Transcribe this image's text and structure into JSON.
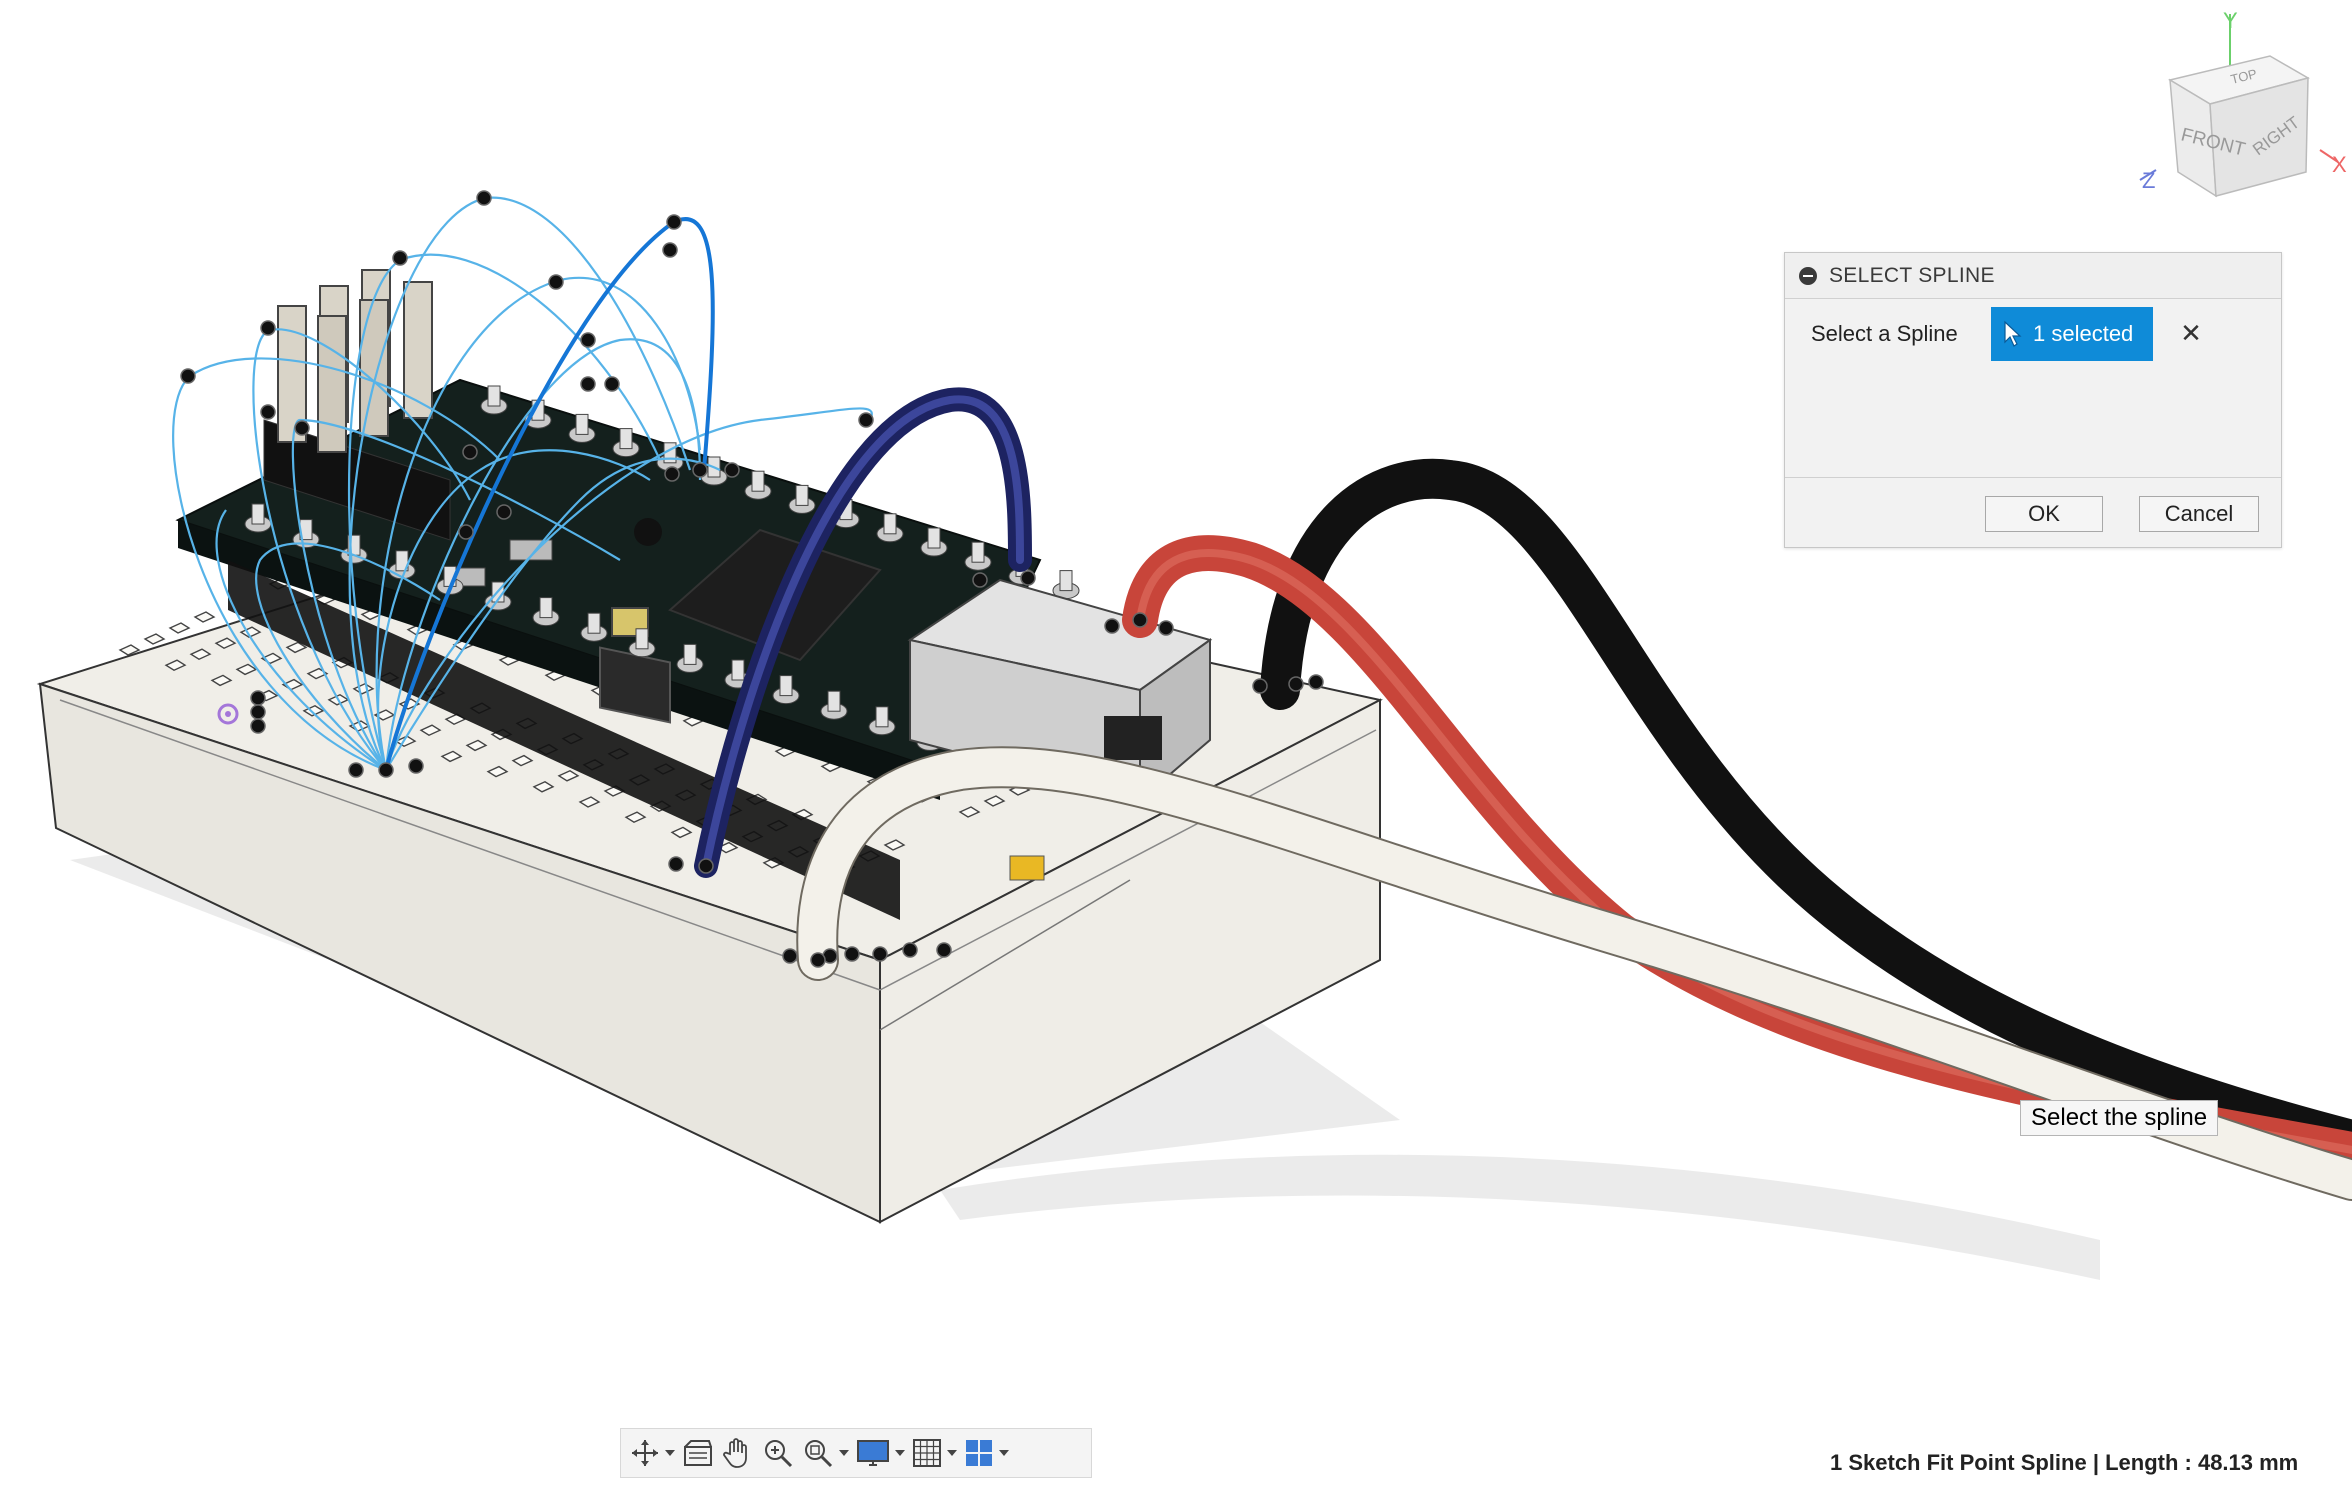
{
  "viewcube": {
    "axis_y": "Y",
    "axis_x": "X",
    "axis_z": "Z",
    "face_top": "TOP",
    "face_front": "FRONT",
    "face_right": "RIGHT"
  },
  "dialog": {
    "title": "SELECT SPLINE",
    "field_label": "Select a Spline",
    "selection_value": "1 selected",
    "ok_label": "OK",
    "cancel_label": "Cancel"
  },
  "tooltip": {
    "text": "Select the spline"
  },
  "toolbar": {
    "items": [
      "orbit-icon",
      "look-at-icon",
      "pan-icon",
      "zoom-window-icon",
      "zoom-icon",
      "display-settings-icon",
      "grid-icon",
      "viewports-icon"
    ]
  },
  "status": {
    "text": "1 Sketch Fit Point Spline | Length : 48.13 mm"
  },
  "colors": {
    "accent": "#0f8bd8",
    "spline_highlight": "#1576d6",
    "spline_thin": "#57b3e8",
    "wire_red": "#c8453a",
    "wire_black": "#111111",
    "wire_white": "#f2f0ea",
    "wire_navy": "#2b3480",
    "breadboard": "#e9e6dc",
    "pcb": "#16221f"
  }
}
